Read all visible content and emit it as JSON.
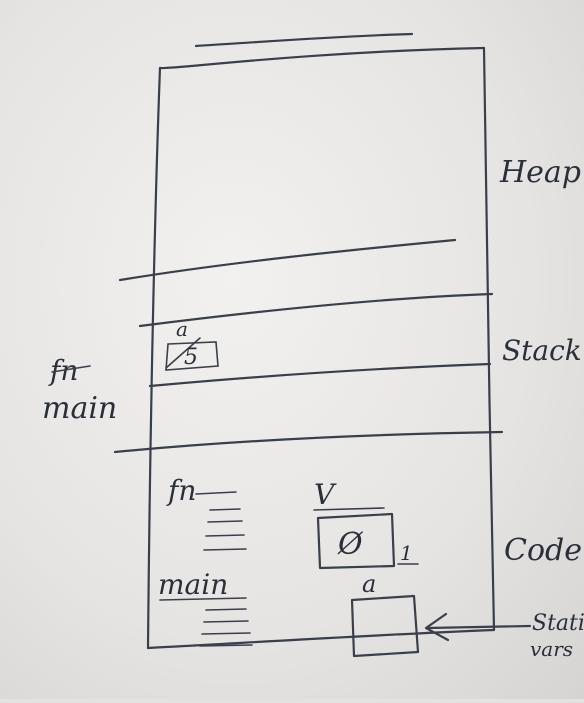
{
  "labels": {
    "heap": "Heap",
    "stack": "Stack",
    "code": "Code",
    "fn_stack": "fn",
    "main_stack": "main",
    "fn_code": "fn",
    "main_code": "main",
    "frame_var": "a",
    "frame_value": "5",
    "v_label": "V",
    "v_value": "Ø",
    "v_count": "1",
    "a_label": "a",
    "static_label": "Static",
    "static_label_2": "vars"
  },
  "colors": {
    "ink": "#3a3f4b",
    "paper": "#f2f1ef"
  }
}
